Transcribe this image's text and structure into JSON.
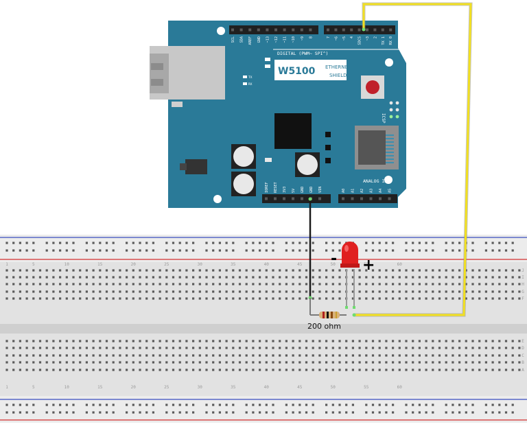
{
  "board": {
    "model": "W5100",
    "subtitle_line1": "ETHERNET",
    "subtitle_line2": "SHIELD",
    "digital_label": "DIGITAL (PWM~ SPI^)",
    "analog_label": "ANALOG IN",
    "icsp_label": "ICSP",
    "top_pins": [
      "SCL",
      "SDA",
      "AREF",
      "GND",
      "~13",
      "~12",
      "~11",
      "~10",
      "~9",
      "8",
      "7",
      "~6",
      "~5",
      "4",
      "SDCS",
      "~3",
      "2",
      "TX 1",
      "RX 0"
    ],
    "bottom_pins": [
      "IOREF",
      "RESET",
      "3V3",
      "5V",
      "GND",
      "GND",
      "VIN",
      "A0",
      "A1",
      "A2",
      "A3",
      "A4",
      "A5"
    ],
    "led_labels": [
      "TX",
      "RX"
    ],
    "colors": {
      "board": "#2a7a98",
      "header": "#202020",
      "label_box": "#ffffff"
    }
  },
  "breadboard": {
    "column_numbers": [
      "1",
      "5",
      "10",
      "15",
      "20",
      "25",
      "30",
      "35",
      "40",
      "45",
      "50",
      "55",
      "60"
    ],
    "row_letters_top": [
      "J",
      "I",
      "H",
      "G",
      "F"
    ],
    "row_letters_bottom": [
      "E",
      "D",
      "C",
      "B",
      "A"
    ],
    "colors": {
      "body": "#dcdcdc",
      "hole": "#555555",
      "rail_red": "#d43030",
      "rail_blue": "#3a4cc0"
    }
  },
  "components": {
    "resistor_label": "200 ohm",
    "led_minus": "-",
    "led_plus": "+",
    "wire_colors": {
      "gnd": "#1a1a1a",
      "signal": "#f2e020"
    },
    "led_color": "#e02020"
  }
}
